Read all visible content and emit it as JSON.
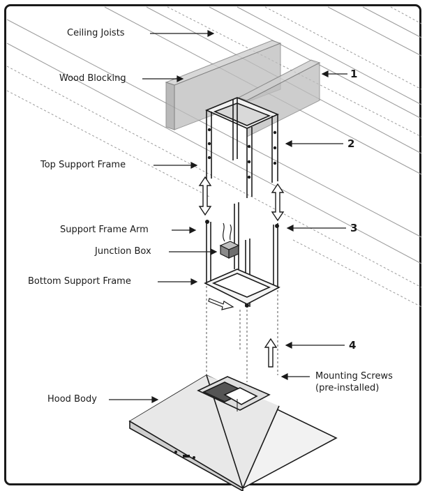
{
  "labels": {
    "ceiling_joists": "Ceiling Joists",
    "wood_blocking": "Wood Blocking",
    "top_support_frame": "Top Support Frame",
    "support_frame_arm": "Support Frame Arm",
    "junction_box": "Junction Box",
    "bottom_support_frame": "Bottom Support Frame",
    "hood_body": "Hood Body",
    "mounting_screws_line1": "Mounting Screws",
    "mounting_screws_line2": "(pre-installed)"
  },
  "steps": [
    "1",
    "2",
    "3",
    "4"
  ],
  "colors": {
    "ink": "#1a1a1a",
    "joist_line": "#9a9a9a",
    "blocking_fill": "#bdbdbd",
    "frame_border": "#1a1a1a"
  }
}
